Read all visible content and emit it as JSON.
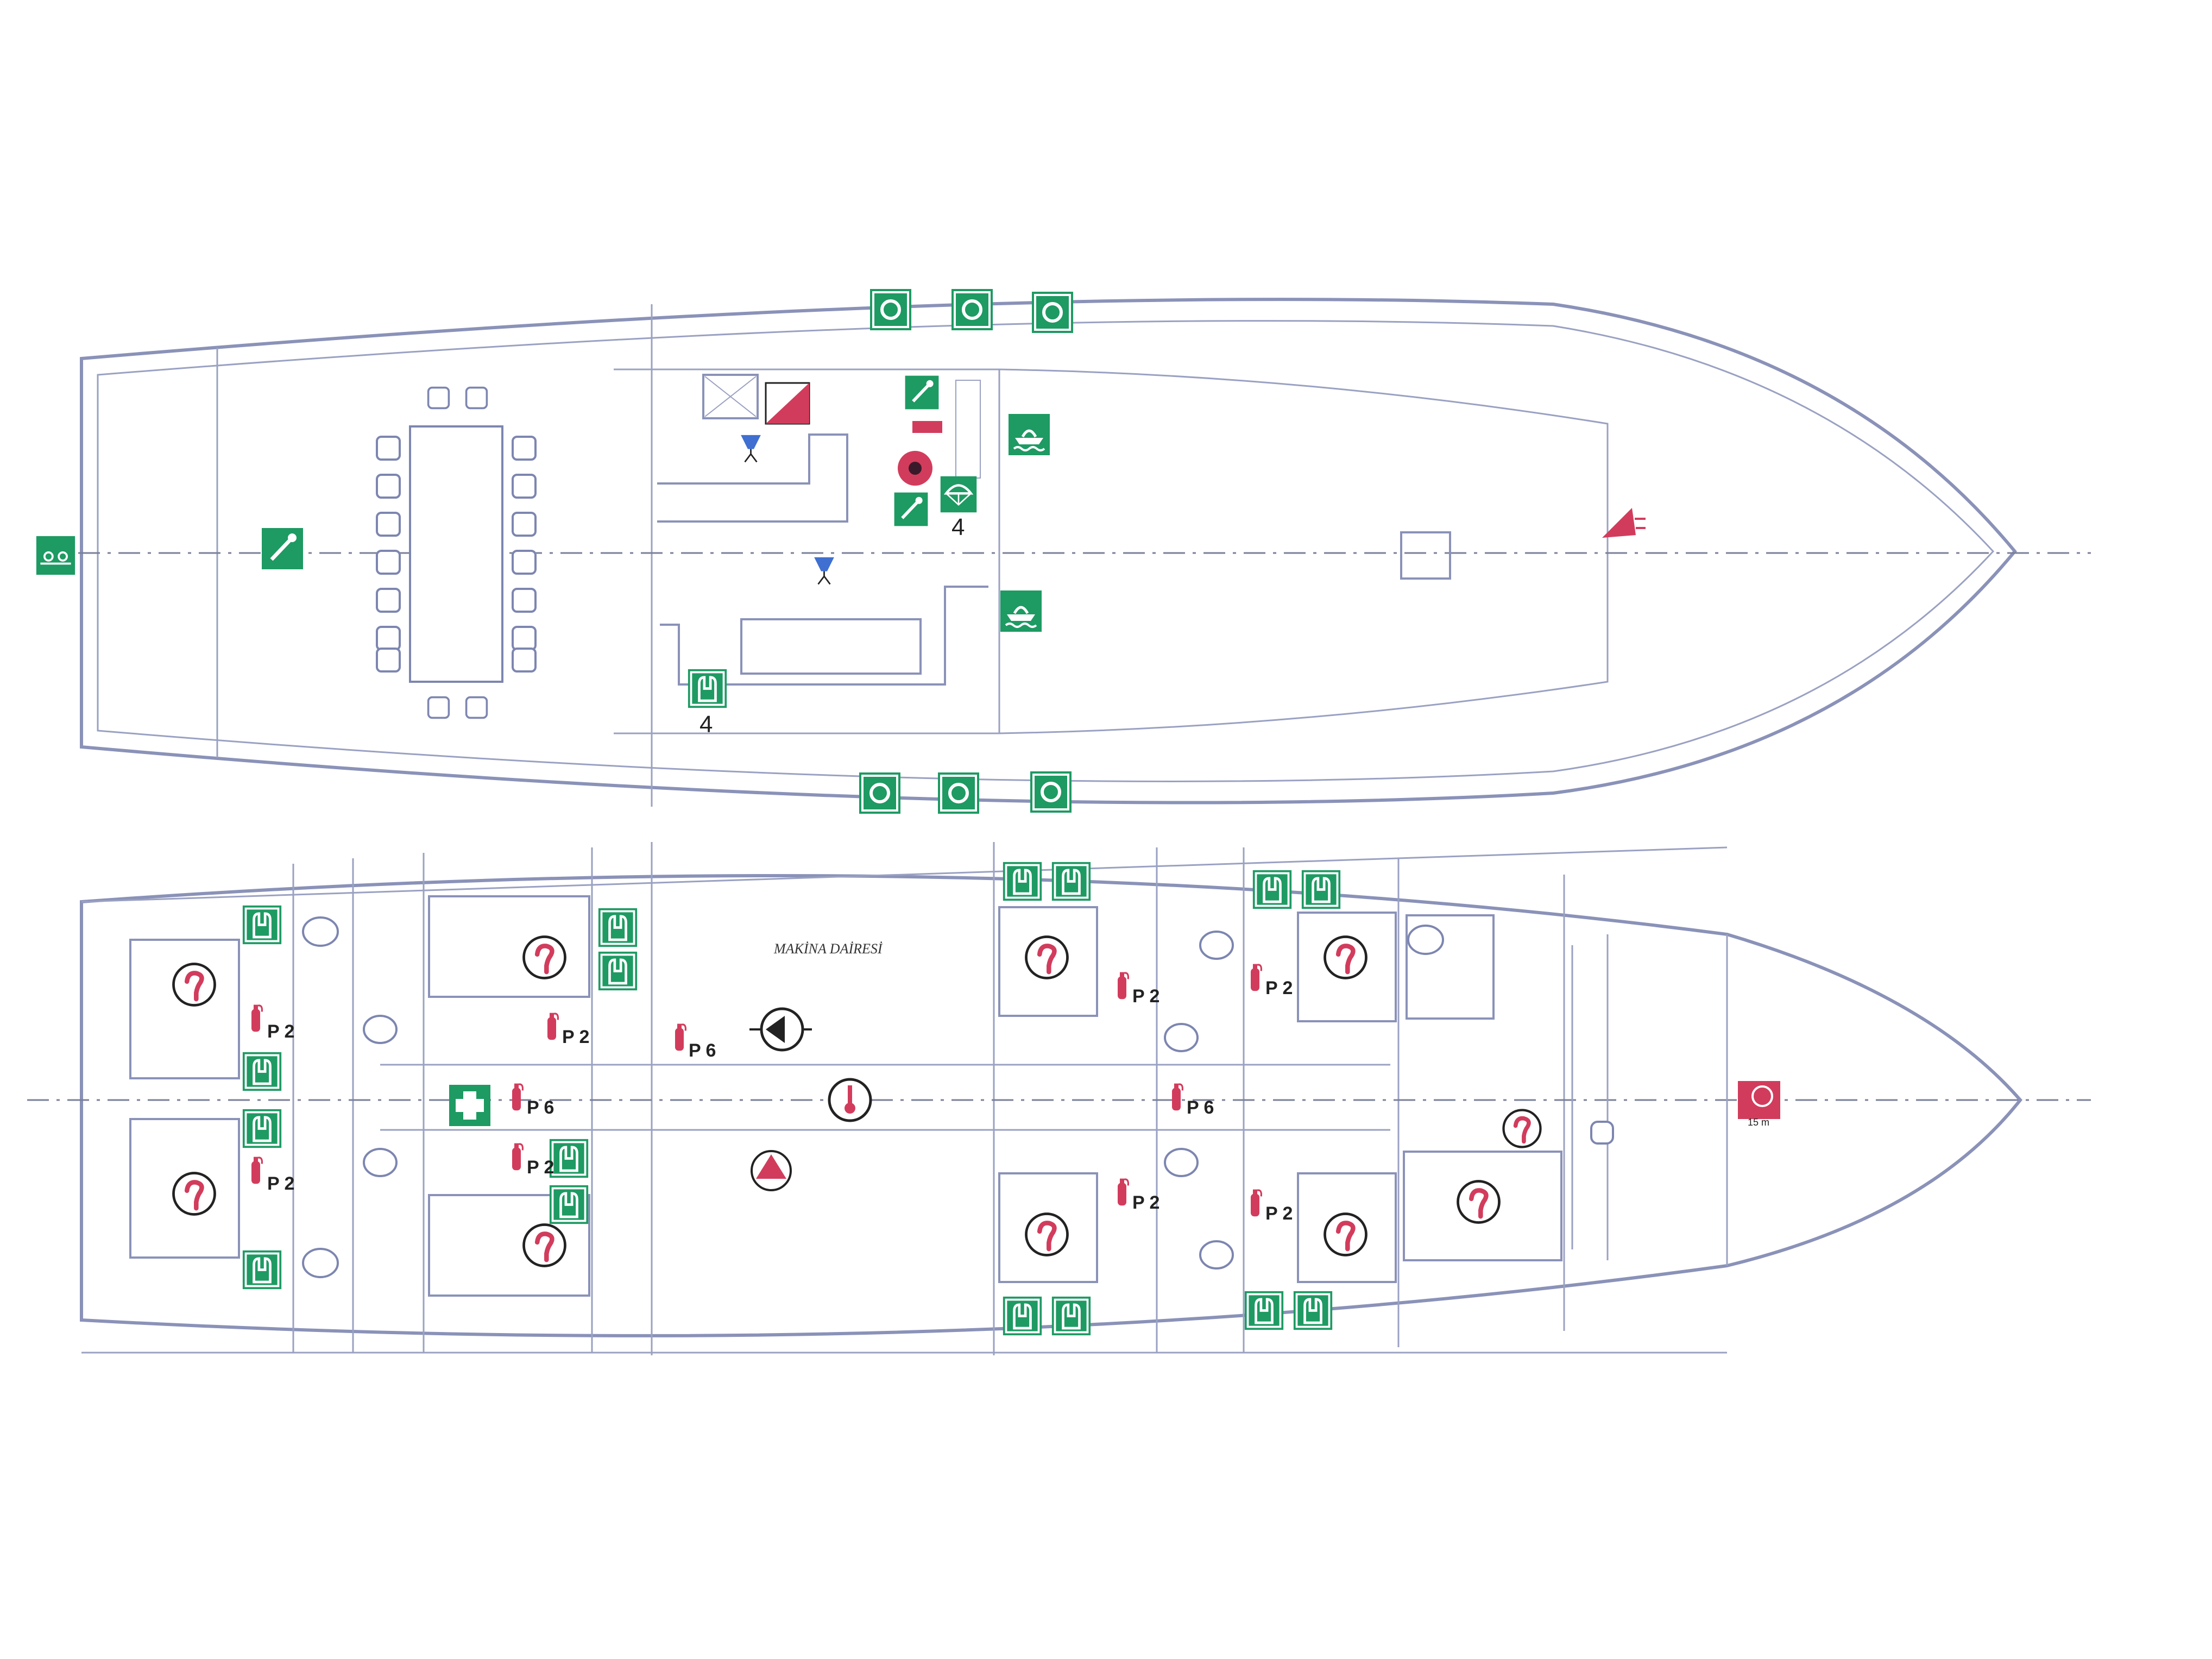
{
  "labels": {
    "engine_room": "MAKİNA DAİRESİ",
    "lifejacket_count_bridge": "4",
    "lifejacket_count_aft": "4",
    "hose_length": "15 m"
  },
  "extinguisher_marks": {
    "p2": "P 2",
    "p6": "P 6"
  },
  "colors": {
    "safety_green": "#1e9a63",
    "fire_red": "#d23c5c",
    "hull_line": "#8a92b8",
    "furniture": "#7d86b0",
    "blue_lamp": "#3f6fd0"
  },
  "icons": {
    "lifebuoy": "lifebuoy-icon",
    "lifejacket": "lifejacket-icon",
    "fire_extinguisher": "fire-extinguisher-icon",
    "fire_hose": "fire-hose-icon",
    "first_aid": "first-aid-icon",
    "muster_point": "muster-point-icon",
    "fire_alarm": "fire-alarm-icon",
    "emergency_lamp": "emergency-lamp-icon"
  }
}
